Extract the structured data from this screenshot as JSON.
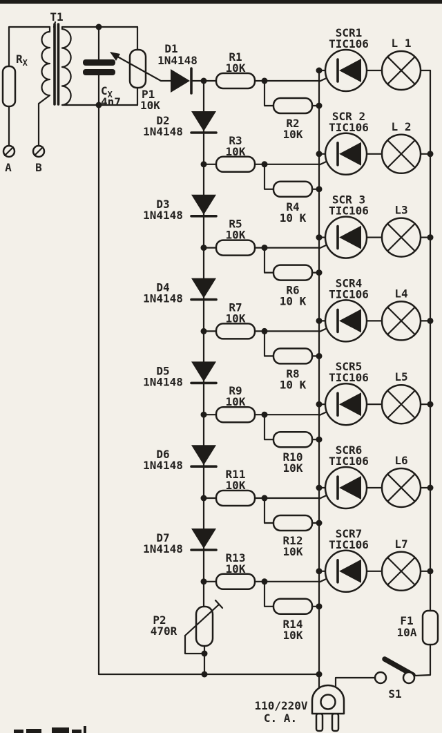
{
  "figure": {
    "kind": "scanned circuit schematic",
    "description": "Seven-stage SCR lamp sequencer driven by a diode chain"
  },
  "colors": {
    "paper": "#f3f0e9",
    "ink": "#1e1c19"
  },
  "transformer": {
    "label": "T1"
  },
  "input": {
    "resistor": {
      "label": "R",
      "sub": "X"
    },
    "terminal_a": "A",
    "terminal_b": "B",
    "capacitor": {
      "label": "C",
      "sub": "X",
      "value": "4n7"
    },
    "pot": {
      "label": "P1",
      "value": "10K"
    }
  },
  "d1": {
    "label": "D1",
    "value": "1N4148"
  },
  "stages": [
    {
      "gate_resistor": {
        "label": "R1",
        "value": "10K"
      },
      "shunt_resistor": {
        "label": "R2",
        "value": "10K"
      },
      "scr": {
        "label": "SCR1",
        "part": "TIC106"
      },
      "lamp": {
        "label": "L 1"
      },
      "diode_below": {
        "label": "D2",
        "value": "1N4148"
      }
    },
    {
      "gate_resistor": {
        "label": "R3",
        "value": "10K"
      },
      "shunt_resistor": {
        "label": "R4",
        "value": "10 K"
      },
      "scr": {
        "label": "SCR 2",
        "part": "TIC106"
      },
      "lamp": {
        "label": "L 2"
      },
      "diode_below": {
        "label": "D3",
        "value": "1N4148"
      }
    },
    {
      "gate_resistor": {
        "label": "R5",
        "value": "10K"
      },
      "shunt_resistor": {
        "label": "R6",
        "value": "10 K"
      },
      "scr": {
        "label": "SCR 3",
        "part": "TIC106"
      },
      "lamp": {
        "label": "L3"
      },
      "diode_below": {
        "label": "D4",
        "value": "1N4148"
      }
    },
    {
      "gate_resistor": {
        "label": "R7",
        "value": "10K"
      },
      "shunt_resistor": {
        "label": "R8",
        "value": "10 K"
      },
      "scr": {
        "label": "SCR4",
        "part": "TIC106"
      },
      "lamp": {
        "label": "L4"
      },
      "diode_below": {
        "label": "D5",
        "value": "1N4148"
      }
    },
    {
      "gate_resistor": {
        "label": "R9",
        "value": "10K"
      },
      "shunt_resistor": {
        "label": "R10",
        "value": "10K"
      },
      "scr": {
        "label": "SCR5",
        "part": "TIC106"
      },
      "lamp": {
        "label": "L5"
      },
      "diode_below": {
        "label": "D6",
        "value": "1N4148"
      }
    },
    {
      "gate_resistor": {
        "label": "R11",
        "value": "10K"
      },
      "shunt_resistor": {
        "label": "R12",
        "value": "10K"
      },
      "scr": {
        "label": "SCR6",
        "part": "TIC106"
      },
      "lamp": {
        "label": "L6"
      },
      "diode_below": {
        "label": "D7",
        "value": "1N4148"
      }
    },
    {
      "gate_resistor": {
        "label": "R13",
        "value": "10K"
      },
      "shunt_resistor": {
        "label": "R14",
        "value": "10K"
      },
      "scr": {
        "label": "SCR7",
        "part": "TIC106"
      },
      "lamp": {
        "label": "L7"
      },
      "diode_below": null
    }
  ],
  "p2": {
    "label": "P2",
    "value": "470R"
  },
  "fuse": {
    "label": "F1",
    "value": "10A"
  },
  "switch": {
    "label": "S1"
  },
  "supply": {
    "voltage": "110/220V",
    "current_type": "C. A."
  }
}
